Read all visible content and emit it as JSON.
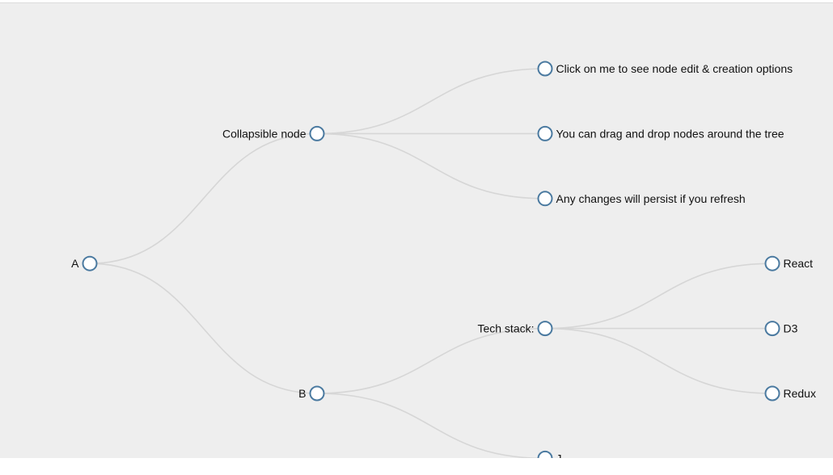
{
  "tree": {
    "label": "A",
    "children": [
      {
        "label": "Collapsible node",
        "children": [
          {
            "label": "Click on me to see node edit & creation options"
          },
          {
            "label": "You can drag and drop nodes around the tree"
          },
          {
            "label": "Any changes will persist if you refresh"
          }
        ]
      },
      {
        "label": "B",
        "children": [
          {
            "label": "Tech stack:",
            "children": [
              {
                "label": "React"
              },
              {
                "label": "D3"
              },
              {
                "label": "Redux"
              }
            ]
          },
          {
            "label": "J"
          }
        ]
      }
    ]
  },
  "colors": {
    "background": "#eeeeee",
    "link": "#d6d6d6",
    "node_stroke": "#4b7aa0",
    "node_fill": "#ffffff"
  }
}
